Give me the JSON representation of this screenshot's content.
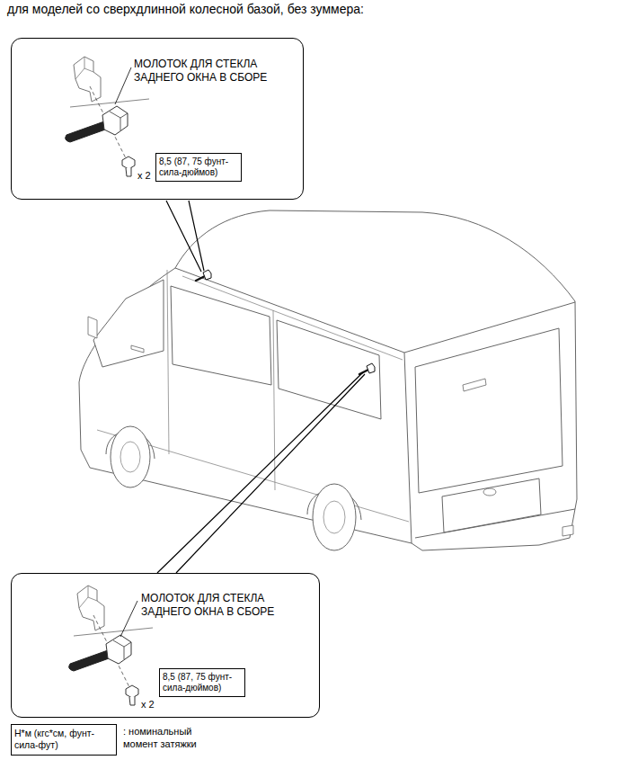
{
  "diagram": {
    "title": "для моделей со сверхдлинной колесной базой, без зуммера:",
    "nodes": [
      {
        "text": [
          "МОЛОТОК ДЛЯ СТЕКЛА ЗАДНЕГО ОКНА В СБОРЕ"
        ]
      },
      {
        "text": [
          "8,5 (87, 75 фунт- сила-дюймов)"
        ],
        "in": 0
      },
      {
        "text": [
          "МОЛОТОК ДЛЯ СТЕКЛА ЗАДНЕГО ОКНА В СБОРЕ"
        ]
      },
      {
        "text": [
          "8,5 (87, 75 фунт- сила-дюймов)"
        ],
        "in": 2
      },
      {
        "text": [
          "Н*м (кгс*см, фунт- сила-фут)"
        ]
      }
    ],
    "labels": [
      "x 2",
      "x 2",
      ": номинальный момент затяжки"
    ]
  }
}
